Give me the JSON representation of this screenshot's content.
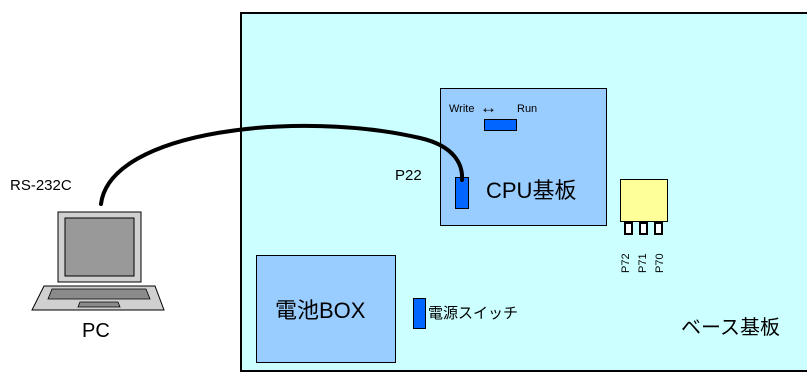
{
  "pc": {
    "label": "PC",
    "cable_label": "RS-232C"
  },
  "base_board": {
    "label": "ベース基板"
  },
  "cpu_board": {
    "label": "CPU基板",
    "connector_label": "P22"
  },
  "mode_switch": {
    "left_label": "Write",
    "arrow": "↔",
    "right_label": "Run"
  },
  "battery": {
    "label": "電池BOX"
  },
  "power_switch": {
    "label": "電源スイッチ"
  },
  "chip_pins": [
    {
      "label": "P72"
    },
    {
      "label": "P71"
    },
    {
      "label": "P70"
    }
  ],
  "colors": {
    "base_board_fill": "#ccffff",
    "cpu_board_fill": "#99ccff",
    "chip_fill": "#ffff99",
    "switch_fill": "#0066ff"
  }
}
